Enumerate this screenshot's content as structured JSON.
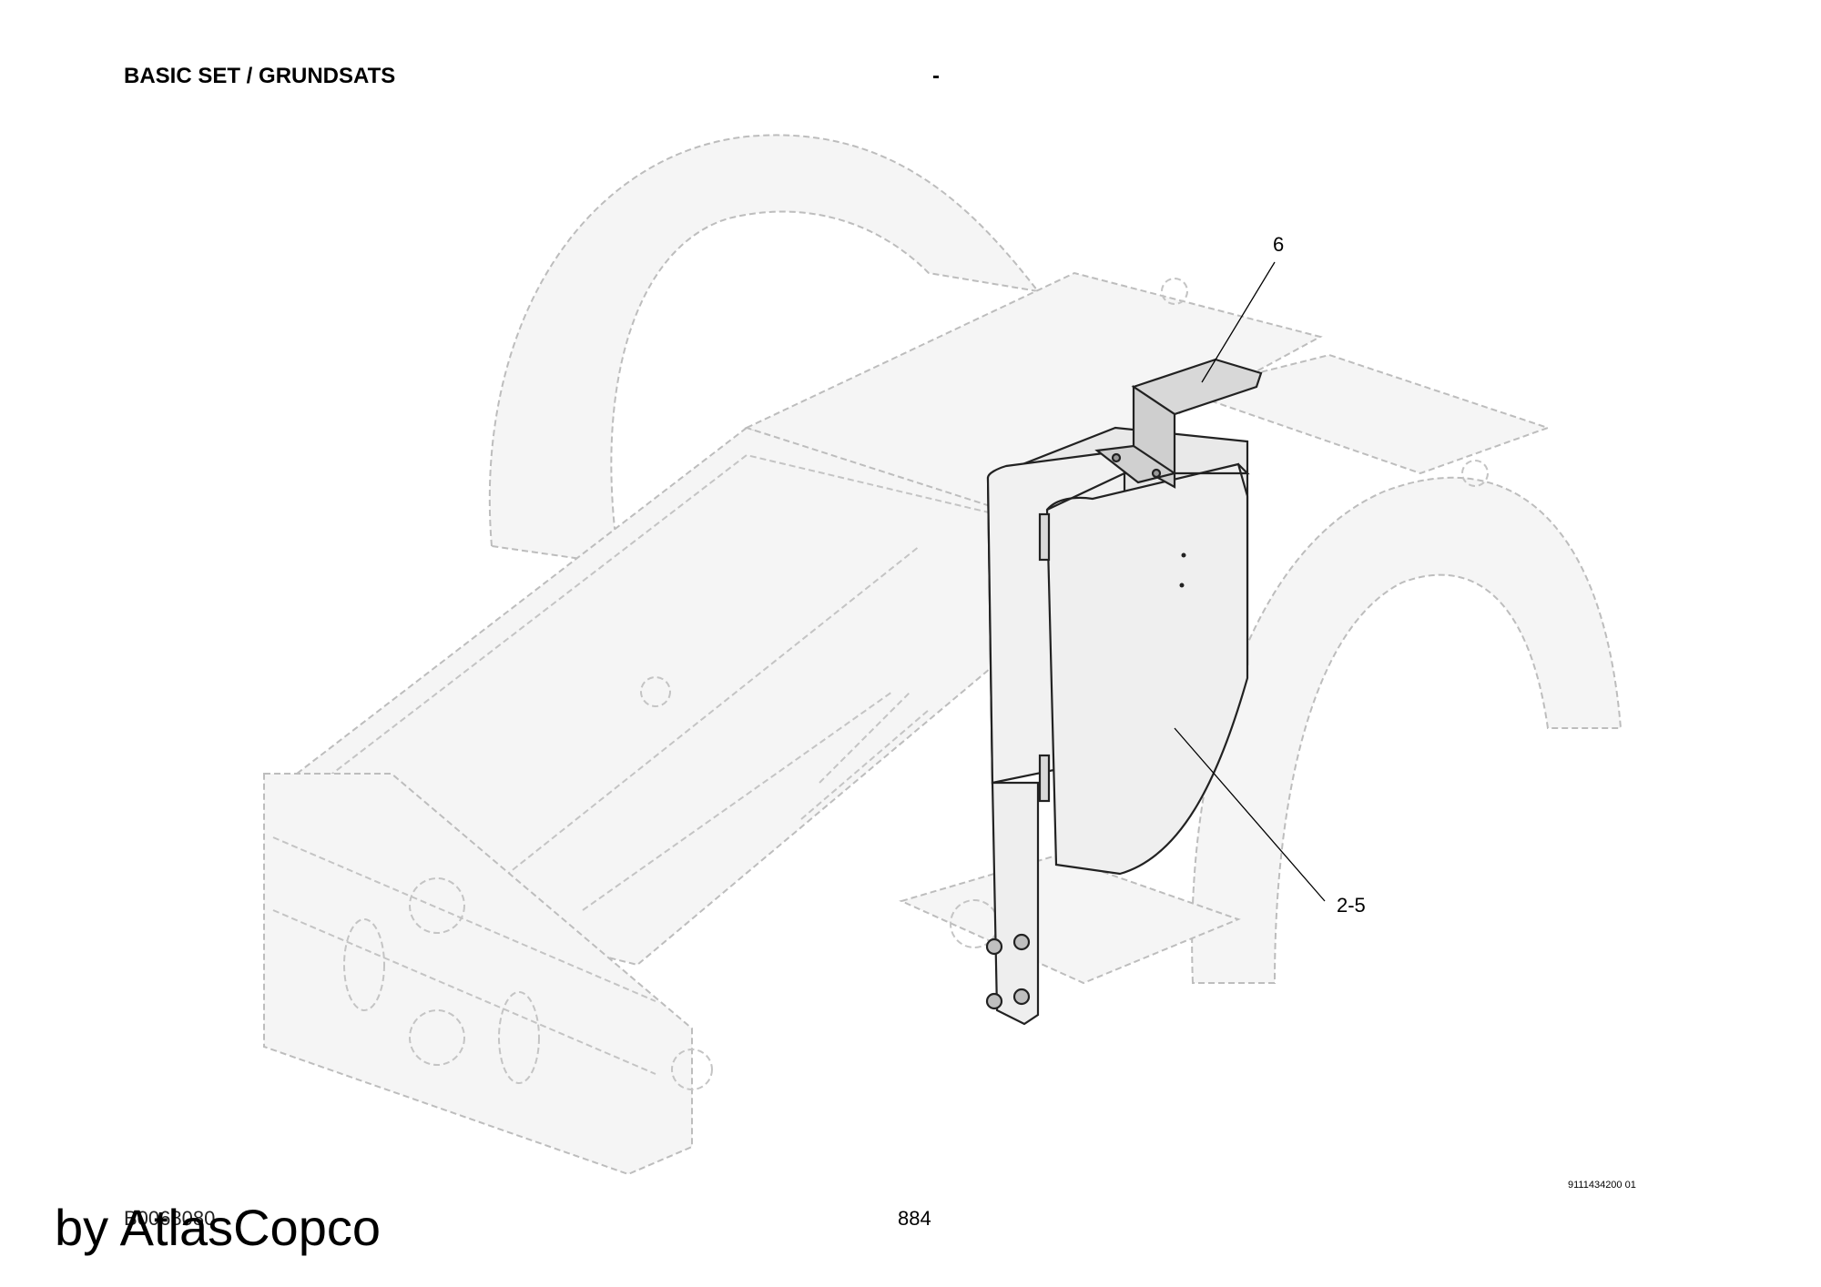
{
  "header": {
    "title": "BASIC SET / GRUNDSATS",
    "dash": "-"
  },
  "callouts": {
    "item_6": "6",
    "item_2_5": "2-5"
  },
  "footer": {
    "doc_number": "9111434200 01",
    "page_number": "884",
    "figure_code": "B0068080",
    "watermark": "by AtlasCopco"
  }
}
